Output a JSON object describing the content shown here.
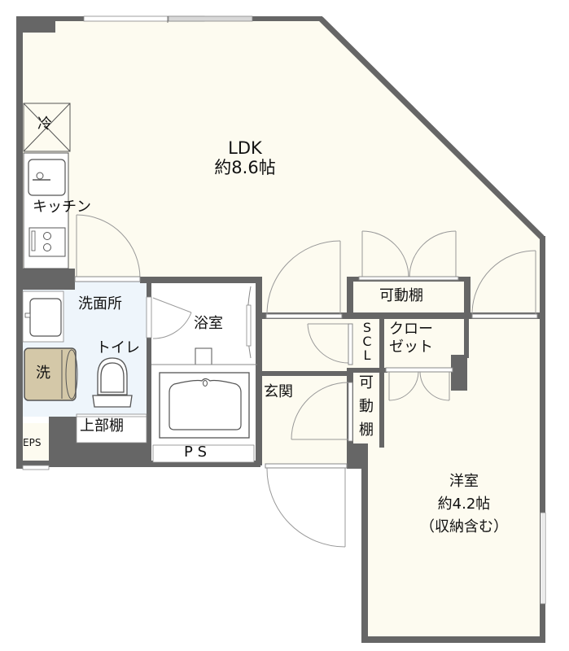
{
  "colors": {
    "wall": "#666666",
    "floor": "#fdfbf0",
    "washroom_floor": "#eef5fb",
    "bath_floor": "#ffffff",
    "washer": "#d4c8a8",
    "fixture_line": "#555555",
    "door_line": "#999999",
    "background": "#ffffff"
  },
  "rooms": {
    "ldk": {
      "name": "LDK",
      "area": "約8.6帖"
    },
    "kitchen": {
      "name": "キッチン",
      "fridge_mark": "冷"
    },
    "washroom": {
      "name": "洗面所"
    },
    "toilet": {
      "name": "トイレ"
    },
    "washer": {
      "mark": "洗"
    },
    "upper_shelf": {
      "name": "上部棚"
    },
    "bathroom": {
      "name": "浴室"
    },
    "ps": {
      "name": "P S"
    },
    "eps": {
      "name": "EPS"
    },
    "entrance": {
      "name": "玄関"
    },
    "movable_shelf_top": {
      "name": "可動棚"
    },
    "movable_shelf_side": {
      "chars": [
        "可",
        "動",
        "棚"
      ]
    },
    "scl": {
      "chars": [
        "S",
        "C",
        "L"
      ]
    },
    "closet": {
      "line1": "クロー",
      "line2": "ゼット"
    },
    "western_room": {
      "name": "洋室",
      "area": "約4.2帖",
      "note": "（収納含む）"
    }
  }
}
